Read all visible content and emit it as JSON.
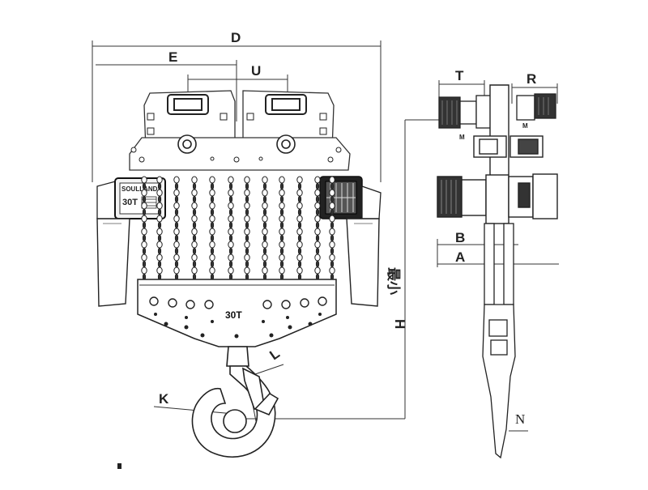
{
  "diagram": {
    "labels": {
      "D": "D",
      "E": "E",
      "U": "U",
      "T": "T",
      "R": "R",
      "B": "B",
      "A": "A",
      "H": "H",
      "min": "最小",
      "K": "K",
      "L": "L",
      "N": "N",
      "M1": "M",
      "M2": "M",
      "capacity": "30T",
      "brand": "SOULLAND",
      "brand_capacity": "30T"
    }
  }
}
